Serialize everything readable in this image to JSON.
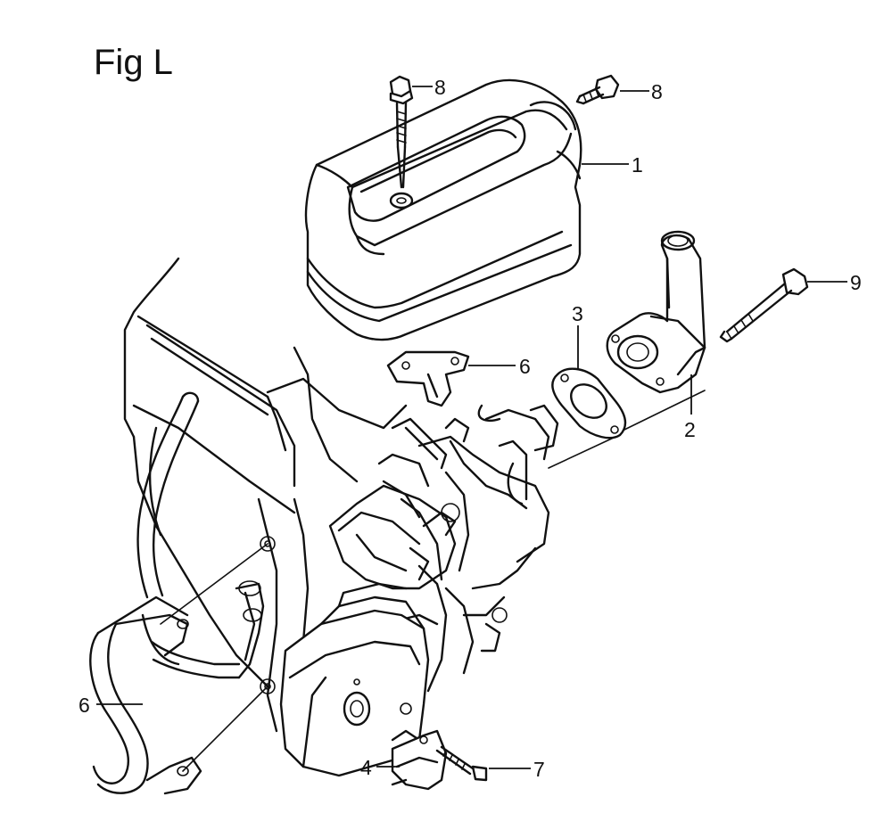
{
  "figure": {
    "title": "Fig L"
  },
  "callouts": [
    {
      "id": "c8a",
      "label": "8"
    },
    {
      "id": "c8b",
      "label": "8"
    },
    {
      "id": "c1",
      "label": "1"
    },
    {
      "id": "c9",
      "label": "9"
    },
    {
      "id": "c3",
      "label": "3"
    },
    {
      "id": "c6a",
      "label": "6"
    },
    {
      "id": "c2",
      "label": "2"
    },
    {
      "id": "c6b",
      "label": "6"
    },
    {
      "id": "c4",
      "label": "4"
    },
    {
      "id": "c7",
      "label": "7"
    }
  ]
}
